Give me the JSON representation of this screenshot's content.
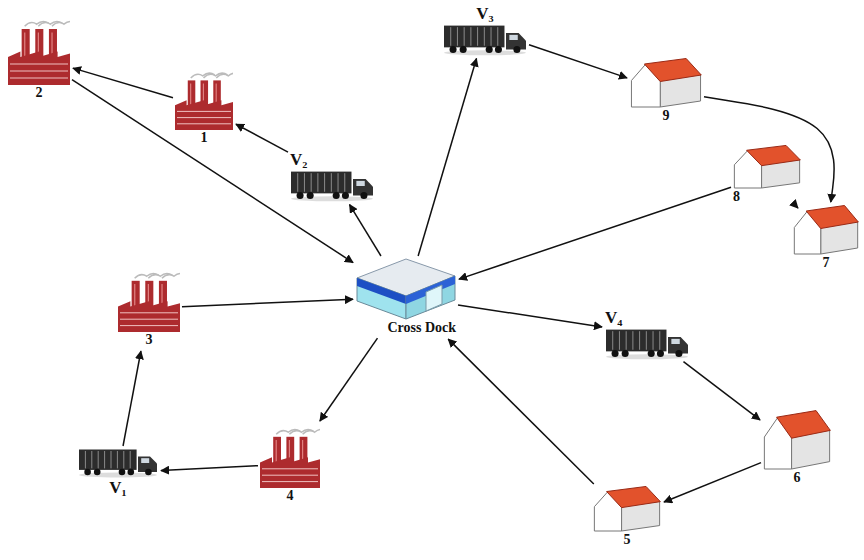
{
  "diagram": {
    "nodes": [
      {
        "text": [
          "2"
        ]
      },
      {
        "text": [
          "1"
        ]
      },
      {
        "text": [
          "V₃"
        ]
      },
      {
        "text": [
          "9"
        ]
      },
      {
        "text": [
          "V₂"
        ]
      },
      {
        "text": [
          "8"
        ]
      },
      {
        "text": [
          "7"
        ]
      },
      {
        "text": [
          "Cross Dock"
        ]
      },
      {
        "text": [
          "3"
        ]
      },
      {
        "text": [
          "V₄"
        ]
      },
      {
        "text": [
          "6"
        ]
      },
      {
        "text": [
          "V₁"
        ]
      },
      {
        "text": [
          "4"
        ]
      },
      {
        "text": [
          "5"
        ]
      }
    ],
    "edges": [
      {
        "from": 7,
        "to": 4,
        "arrow": "to"
      },
      {
        "from": 4,
        "to": 1,
        "arrow": "to"
      },
      {
        "from": 1,
        "to": 0,
        "arrow": "to"
      },
      {
        "from": 0,
        "to": 7,
        "arrow": "to"
      },
      {
        "from": 7,
        "to": 2,
        "arrow": "to"
      },
      {
        "from": 2,
        "to": 3,
        "arrow": "to"
      },
      {
        "from": 3,
        "to": 6,
        "arrow": "to"
      },
      {
        "from": 6,
        "to": 5,
        "arrow": "to"
      },
      {
        "from": 5,
        "to": 7,
        "arrow": "to"
      },
      {
        "from": 7,
        "to": 9,
        "arrow": "to"
      },
      {
        "from": 9,
        "to": 10,
        "arrow": "to"
      },
      {
        "from": 10,
        "to": 13,
        "arrow": "to"
      },
      {
        "from": 13,
        "to": 7,
        "arrow": "to"
      },
      {
        "from": 7,
        "to": 12,
        "arrow": "to"
      },
      {
        "from": 12,
        "to": 11,
        "arrow": "to"
      },
      {
        "from": 11,
        "to": 8,
        "arrow": "to"
      },
      {
        "from": 8,
        "to": 7,
        "arrow": "to"
      }
    ]
  }
}
